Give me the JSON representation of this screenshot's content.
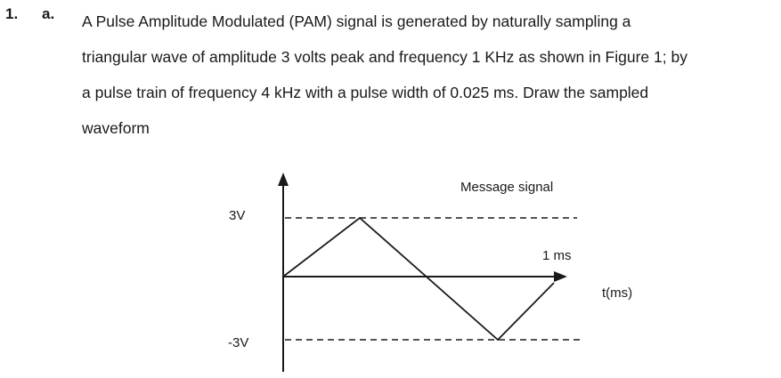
{
  "question": {
    "number": "1.",
    "part": "a.",
    "lines": [
      "A Pulse Amplitude Modulated (PAM) signal is generated by naturally sampling a",
      "triangular wave of amplitude 3 volts peak and frequency 1 KHz as shown in Figure 1; by",
      "a pulse train of frequency 4 kHz with a pulse width of 0.025 ms. Draw the sampled",
      "waveform"
    ]
  },
  "figure": {
    "signal_label": "Message signal",
    "y_pos_label": "3V",
    "y_neg_label": "-3V",
    "period_label": "1 ms",
    "x_axis_label": "t(ms)"
  }
}
